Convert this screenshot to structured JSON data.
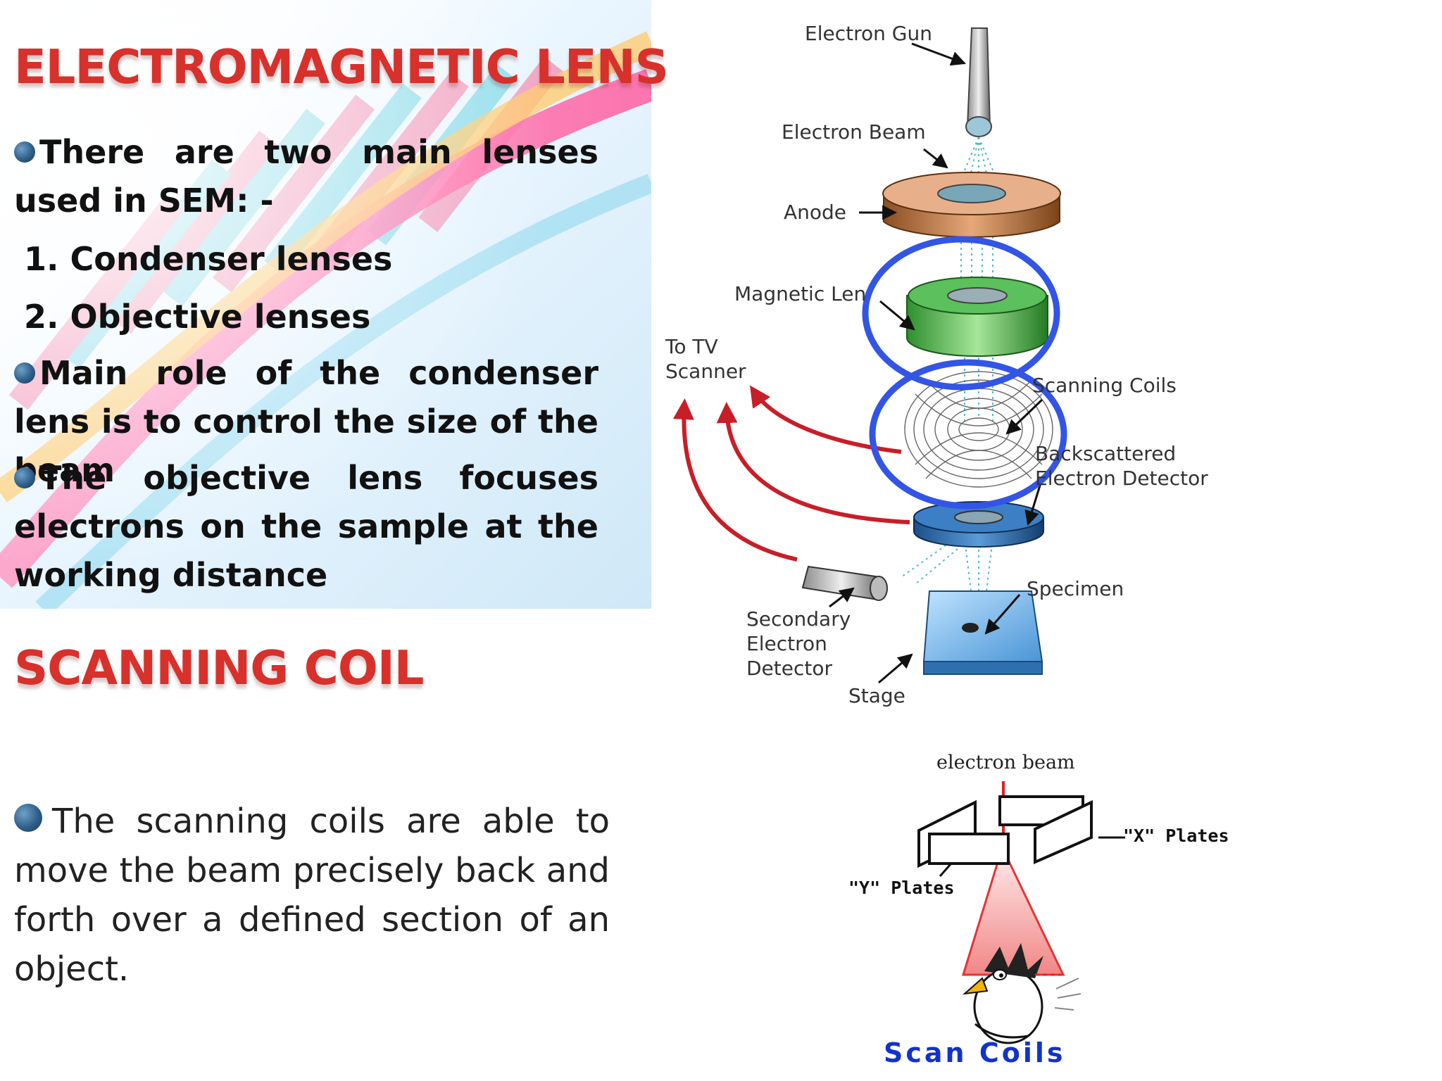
{
  "headings": {
    "lens": "ELECTROMAGNETIC LENS",
    "coil": "SCANNING COIL"
  },
  "lens_section": {
    "p1": "There are two main lenses used in SEM: -",
    "item1": "1. Condenser lenses",
    "item2": "2. Objective lenses",
    "p2": "Main role of the condenser lens is to control the size of the beam",
    "p3": "The objective lens focuses electrons on the sample at the working distance"
  },
  "coil_section": {
    "p4": "The scanning coils are able to move the beam precisely back and forth over a defined section of an object."
  },
  "sem_diagram": {
    "electron_gun": "Electron Gun",
    "electron_beam": "Electron Beam",
    "anode": "Anode",
    "magnetic_lens": "Magnetic Len",
    "to_tv_line1": "To TV",
    "to_tv_line2": "Scanner",
    "scanning_coils": "Scanning Coils",
    "backscattered_line1": "Backscattered",
    "backscattered_line2": "Electron Detector",
    "specimen": "Specimen",
    "secondary_line1": "Secondary",
    "secondary_line2": "Electron",
    "secondary_line3": "Detector",
    "stage": "Stage"
  },
  "coil_diagram": {
    "electron_beam": "electron beam",
    "x_plates": "\"X\" Plates",
    "y_plates": "\"Y\" Plates",
    "caption": "Scan Coils"
  },
  "colors": {
    "heading": "#d8302b",
    "highlight_circle": "#3355e6",
    "arrow_red": "#c81e28",
    "lens_green": "#3aa63a",
    "anode_copper": "#b8703c",
    "caption_blue": "#1133cc"
  }
}
